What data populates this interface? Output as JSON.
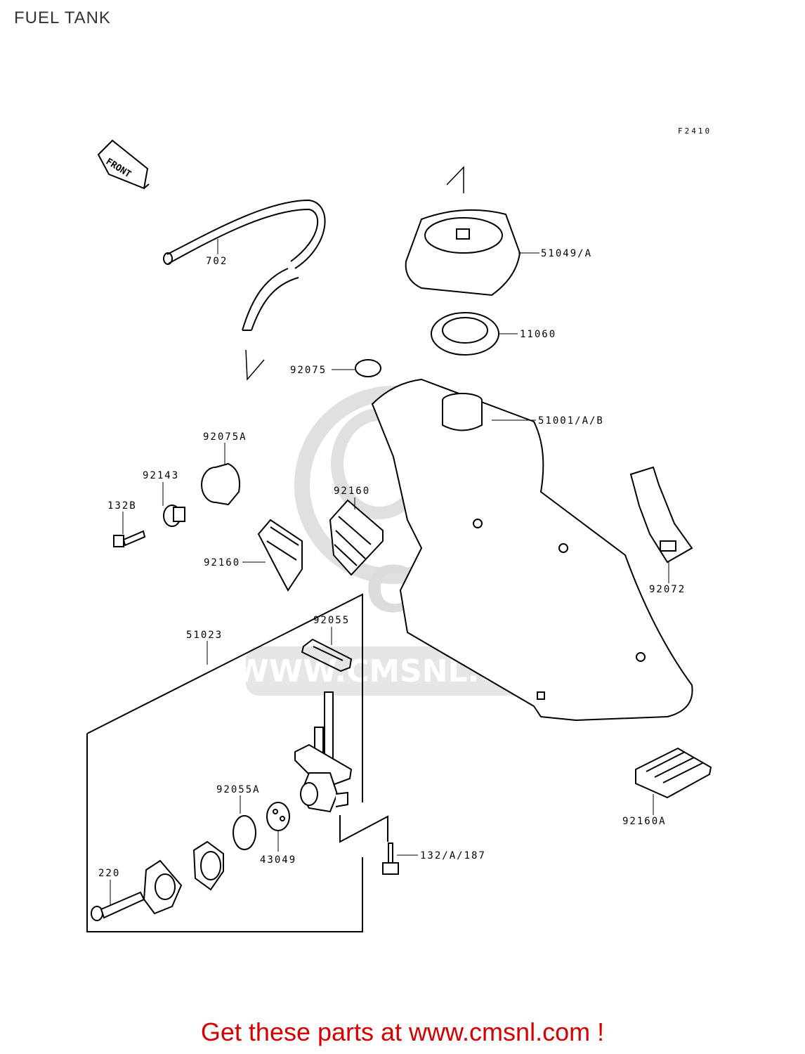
{
  "title": "FUEL TANK",
  "figure_code": "F2410",
  "front_arrow_label": "FRONT",
  "watermark": {
    "logo": "CMS",
    "url": "WWW.CMSNL.COM",
    "color": "#d9d9d9"
  },
  "footer": {
    "text": "Get these parts at www.cmsnl.com !",
    "color": "#d50000"
  },
  "parts": [
    {
      "id": "702",
      "label": "702"
    },
    {
      "id": "51049",
      "label": "51049/A"
    },
    {
      "id": "11060",
      "label": "11060"
    },
    {
      "id": "92075",
      "label": "92075"
    },
    {
      "id": "51001",
      "label": "51001/A/B"
    },
    {
      "id": "92075A",
      "label": "92075A"
    },
    {
      "id": "92143",
      "label": "92143"
    },
    {
      "id": "132B",
      "label": "132B"
    },
    {
      "id": "92160",
      "label": "92160"
    },
    {
      "id": "92160b",
      "label": "92160"
    },
    {
      "id": "92072",
      "label": "92072"
    },
    {
      "id": "51023",
      "label": "51023"
    },
    {
      "id": "92055",
      "label": "92055"
    },
    {
      "id": "92055A",
      "label": "92055A"
    },
    {
      "id": "43049",
      "label": "43049"
    },
    {
      "id": "220",
      "label": "220"
    },
    {
      "id": "132A187",
      "label": "132/A/187"
    },
    {
      "id": "92160A",
      "label": "92160A"
    }
  ]
}
